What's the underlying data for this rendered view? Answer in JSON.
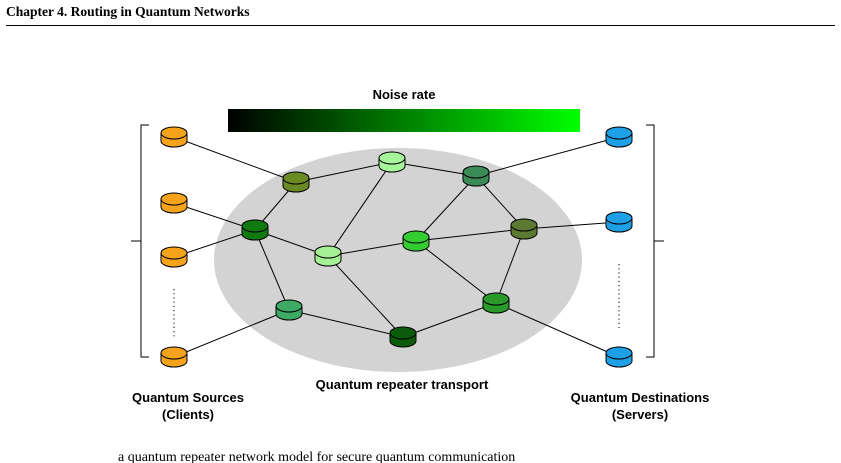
{
  "header": {
    "chapter_title": "Chapter 4.  Routing in Quantum Networks"
  },
  "figure": {
    "colorbar_title": "Noise rate",
    "colorbar_colors": [
      "#000000",
      "#00ff00"
    ],
    "cloud_color": "#d3d3d3",
    "source_color": "#f5a31a",
    "destination_color": "#1ea0e6",
    "source_label_line1": "Quantum Sources",
    "source_label_line2": "(Clients)",
    "cloud_label": "Quantum repeater transport",
    "destination_label_line1": "Quantum Destinations",
    "destination_label_line2": "(Servers)"
  },
  "caption": {
    "fragment": "a quantum repeater network model for secure quantum communication"
  }
}
